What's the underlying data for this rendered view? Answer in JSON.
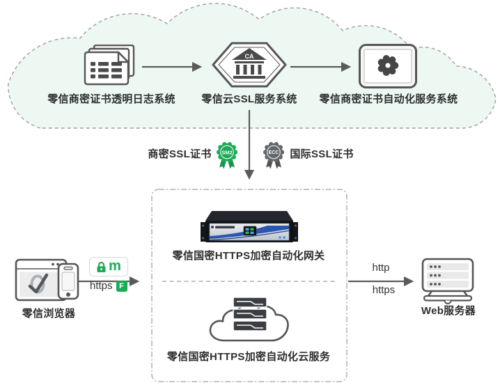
{
  "colors": {
    "cloud_fill": "#edf8f3",
    "cloud_stroke": "#9e9e9e",
    "box_stroke": "#b0b0b0",
    "line": "#5a5a5a",
    "icon_dark": "#4a4a4a",
    "green_accent": "#1aab55",
    "gray_badge": "#63666a",
    "blue_stripe": "#2a56b0",
    "text": "#2e2e2e"
  },
  "icons": {
    "node1": "documents-stack-icon",
    "node2": "ca-hexagon-bank-icon",
    "node3": "gear-screen-icon",
    "sm2": "sm2-medal-icon",
    "ecc": "ecc-medal-icon",
    "client": "browser-with-phone-icon",
    "secure": "padlock-icon",
    "gateway": "rack-appliance-image",
    "cloud_service": "cloud-servers-icon",
    "server": "web-server-icon"
  },
  "pki_cloud": {
    "nodes": [
      {
        "label": "零信商密证书透明日志系统"
      },
      {
        "label": "零信云SSL服务系统",
        "ca_text": "CA"
      },
      {
        "label": "零信商密证书自动化服务系统"
      }
    ]
  },
  "certificates": {
    "sm_label": "商密SSL证书",
    "sm_badge": "SM2",
    "intl_badge": "ECC",
    "intl_label": "国际SSL证书"
  },
  "gateway_box": {
    "appliance_label": "零信国密HTTPS加密自动化网关",
    "cloud_service_label": "零信国密HTTPS加密自动化云服务"
  },
  "client": {
    "label": "零信浏览器",
    "lock_badge_letter": "m",
    "https_label": "https",
    "https_badge_letter": "F"
  },
  "web_server": {
    "http_label": "http",
    "https_label": "https",
    "label": "Web服务器"
  }
}
